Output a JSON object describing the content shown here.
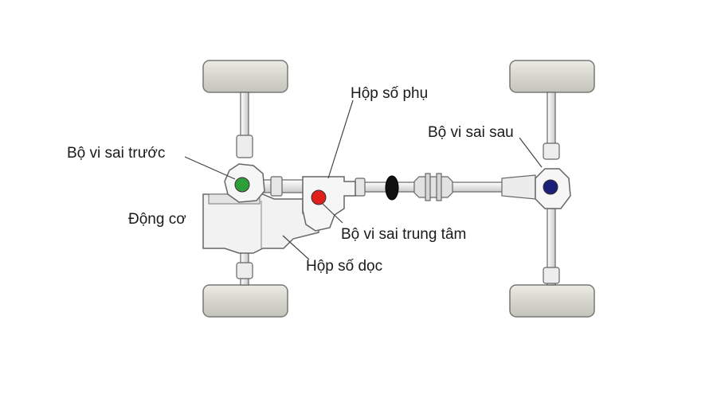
{
  "labels": {
    "front_differential": "Bộ vi sai trước",
    "engine": "Động cơ",
    "transfer_case": "Hộp số phụ",
    "center_differential": "Bộ vi sai trung tâm",
    "transmission": "Hộp số dọc",
    "rear_differential": "Bộ vi sai sau"
  },
  "colors": {
    "front_diff_dot": "#2e9e3a",
    "center_diff_dot": "#e01e1e",
    "rear_diff_dot": "#1a1f7a",
    "part_fill": "#f4f4f4",
    "tire_fill": "#dcdcd2",
    "outline": "#555555"
  }
}
